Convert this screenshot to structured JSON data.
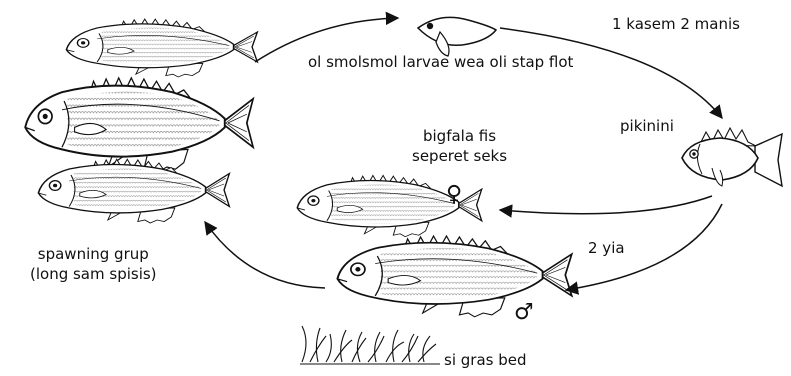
{
  "labels": {
    "larvae": "ol smolsmol larvae wea oli stap flot",
    "month": "1 kasem 2 manis",
    "juvenile": "pikinini",
    "adult_line1": "bigfala fis",
    "adult_line2": "seperet seks",
    "years": "2 yia",
    "spawning_line1": "spawning grup",
    "spawning_line2": "(long sam spisis)",
    "seagrass": "si gras bed"
  },
  "symbols": {
    "female": "♀",
    "male": "♂"
  },
  "colors": {
    "ink": "#111111",
    "background": "#ffffff"
  }
}
